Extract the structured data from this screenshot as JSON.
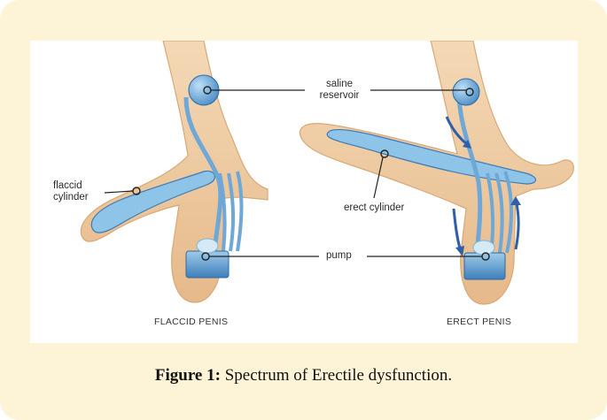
{
  "labels": {
    "saline_reservoir_line1": "saline",
    "saline_reservoir_line2": "reservoir",
    "flaccid_cylinder_line1": "flaccid",
    "flaccid_cylinder_line2": "cylinder",
    "erect_cylinder": "erect cylinder",
    "pump": "pump"
  },
  "panel_titles": {
    "left": "FLACCID PENIS",
    "right": "ERECT PENIS"
  },
  "caption": {
    "figure_label": "Figure 1:",
    "text": "Spectrum of Erectile dysfunction."
  },
  "colors": {
    "frame_background": "#fdf3d6",
    "skin": "#f0cfa6",
    "skin_shadow": "#d9a877",
    "device_blue": "#7fb3d9",
    "device_blue_dark": "#3b7bb5",
    "arrow_blue": "#2f5fa8"
  }
}
